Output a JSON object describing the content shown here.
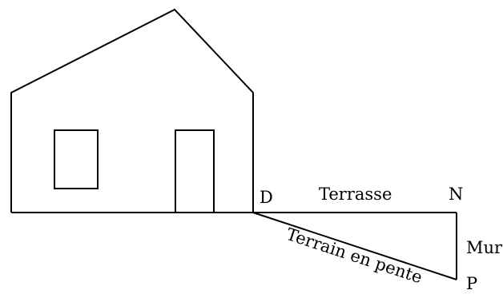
{
  "labels": {
    "point_d": "D",
    "point_n": "N",
    "point_p": "P",
    "terrace": "Terrasse",
    "wall": "Mur",
    "slope": "Terrain en pente"
  },
  "colors": {
    "stroke": "#000000",
    "background": "#ffffff"
  }
}
